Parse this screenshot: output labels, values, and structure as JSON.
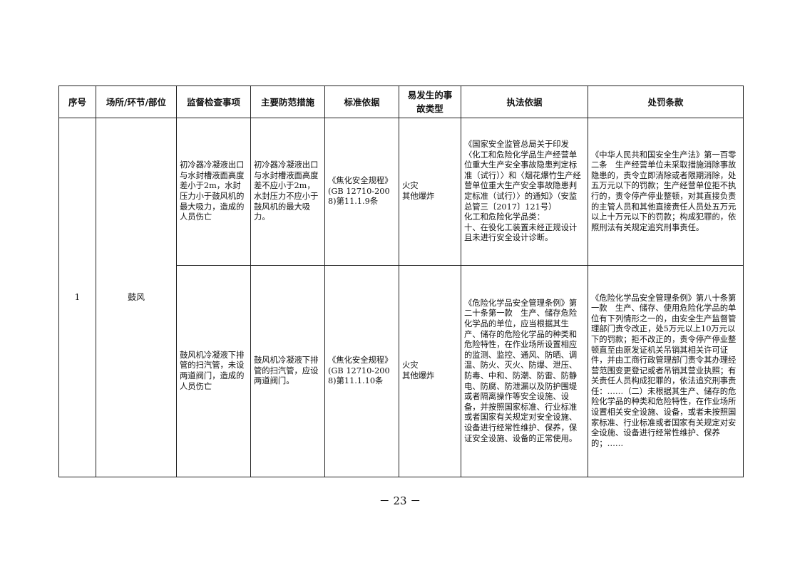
{
  "table": {
    "headers": [
      "序号",
      "场所/环节/部位",
      "监督检查事项",
      "主要防范措施",
      "标准依据",
      "易发生的事\n故类型",
      "执法依据",
      "处罚条款"
    ],
    "seq": "1",
    "location": "鼓风",
    "rows": [
      {
        "item": "初冷器冷凝液出口与水封槽液面高度差小于2m，水封压力小于鼓风机的最大吸力，造成的人员伤亡",
        "measure": "初冷器冷凝液出口与水封槽液面高度差不应小于2m，水封压力不应小于鼓风机的最大吸力。",
        "standard": "《焦化安全规程》(GB 12710-2008)第11.1.9条",
        "accident": "火灾\n其他爆炸",
        "law": "《国家安全监管总局关于印发〈化工和危险化学品生产经营单位重大生产安全事故隐患判定标准（试行）〉和〈烟花爆竹生产经营单位重大生产安全事故隐患判定标准（试行）〉的通知》（安监总管三〔2017〕121号）\n化工和危险化学品类：\n十、在役化工装置未经正规设计且未进行安全设计诊断。",
        "penalty": "《中华人民共和国安全生产法》第一百零二条　生产经营单位未采取措施消除事故隐患的，责令立即消除或者限期消除，处五万元以下的罚款；生产经营单位拒不执行的，责令停产停业整顿，对其直接负责的主管人员和其他直接责任人员处五万元以上十万元以下的罚款；构成犯罪的，依照刑法有关规定追究刑事责任。"
      },
      {
        "item": "鼓风机冷凝液下排管的扫汽管，未设两道阀门，造成的人员伤亡",
        "measure": "鼓风机冷凝液下排管的扫汽管，应设两道阀门。",
        "standard": "《焦化安全规程》(GB 12710-2008)第11.1.10条",
        "accident": "火灾\n其他爆炸",
        "law": "《危险化学品安全管理条例》第二十条第一款　生产、储存危险化学品的单位，应当根据其生产、储存的危险化学品的种类和危险特性，在作业场所设置相应的监测、监控、通风、防晒、调温、防火、灭火、防爆、泄压、防毒、中和、防潮、防雷、防静电、防腐、防泄漏以及防护围堤或者隔离操作等安全设施、设备，并按照国家标准、行业标准或者国家有关规定对安全设施、设备进行经常性维护、保养，保证安全设施、设备的正常使用。",
        "penalty": "《危险化学品安全管理条例》第八十条第一款　生产、储存、使用危险化学品的单位有下列情形之一的，由安全生产监督管理部门责令改正，处5万元以上10万元以下的罚款；拒不改正的，责令停产停业整顿直至由原发证机关吊销其相关许可证件，并由工商行政管理部门责令其办理经营范围变更登记或者吊销其营业执照；有关责任人员构成犯罪的，依法追究刑事责任：……（二）未根据其生产、储存的危险化学品的种类和危险特性，在作业场所设置相关安全设施、设备，或者未按照国家标准、行业标准或者国家有关规定对安全设施、设备进行经常性维护、保养的；……"
      }
    ]
  },
  "page": {
    "number": "－ 23 －"
  }
}
